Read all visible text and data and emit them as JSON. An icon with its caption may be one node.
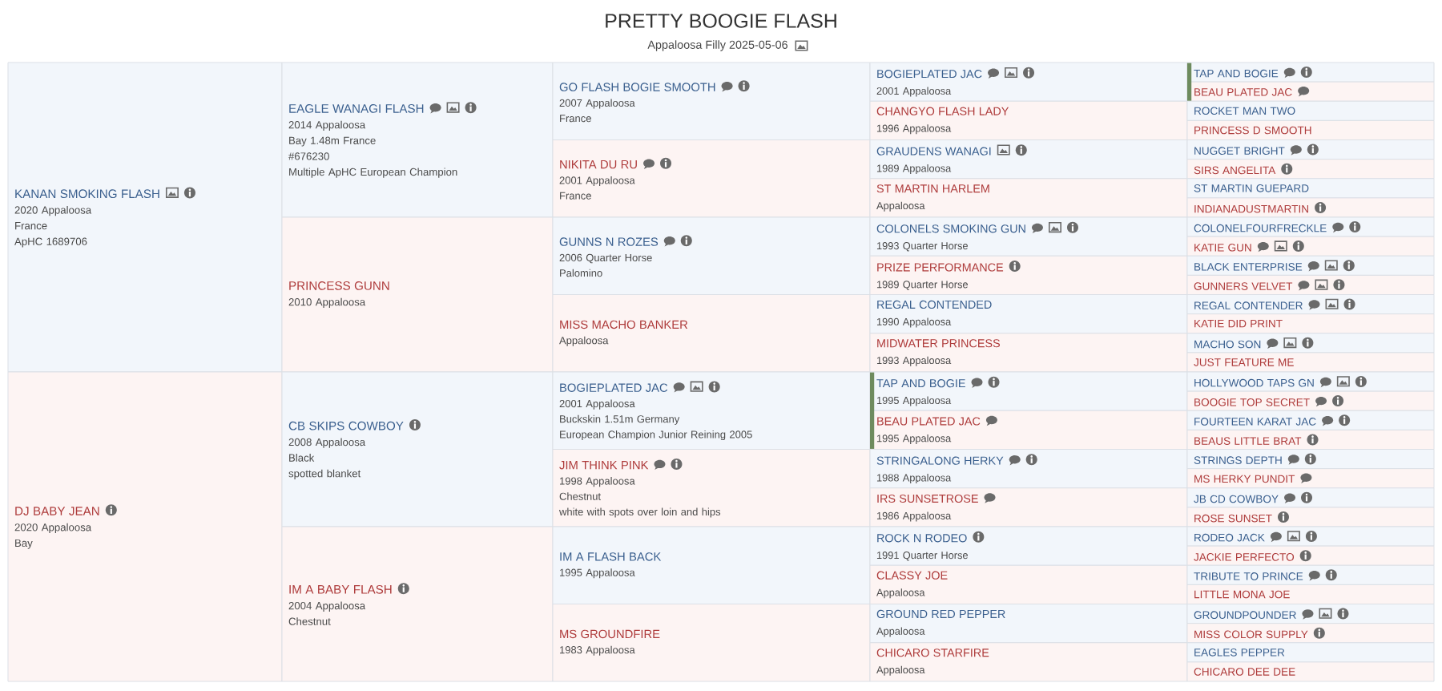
{
  "diagram": {
    "title": "PRETTY BOOGIE FLASH",
    "labels": [
      "Appaloosa Filly 2025-05-06"
    ],
    "nodes": [
      {
        "text": [
          "KANAN SMOKING FLASH",
          "2020 Appaloosa",
          "France",
          "ApHC 1689706"
        ]
      },
      {
        "text": [
          "DJ BABY JEAN",
          "2020 Appaloosa",
          "Bay"
        ]
      },
      {
        "text": [
          "EAGLE WANAGI FLASH",
          "2014 Appaloosa",
          "Bay 1.48m France",
          "#676230",
          "Multiple ApHC European Champion"
        ]
      },
      {
        "text": [
          "PRINCESS GUNN",
          "2010 Appaloosa"
        ]
      },
      {
        "text": [
          "CB SKIPS COWBOY",
          "2008 Appaloosa",
          "Black",
          "spotted blanket"
        ]
      },
      {
        "text": [
          "IM A BABY FLASH",
          "2004 Appaloosa",
          "Chestnut"
        ]
      },
      {
        "text": [
          "GO FLASH BOGIE SMOOTH",
          "2007 Appaloosa",
          "France"
        ]
      },
      {
        "text": [
          "NIKITA DU RU",
          "2001 Appaloosa",
          "France"
        ]
      },
      {
        "text": [
          "GUNNS N ROZES",
          "2006 Quarter Horse",
          "Palomino"
        ]
      },
      {
        "text": [
          "MISS MACHO BANKER",
          "Appaloosa"
        ]
      },
      {
        "text": [
          "BOGIEPLATED JAC",
          "2001 Appaloosa",
          "Buckskin 1.51m Germany",
          "European Champion Junior Reining 2005"
        ]
      },
      {
        "text": [
          "JIM THINK PINK",
          "1998 Appaloosa",
          "Chestnut",
          "white with spots over loin and hips"
        ]
      },
      {
        "text": [
          "IM A FLASH BACK",
          "1995 Appaloosa"
        ]
      },
      {
        "text": [
          "MS GROUNDFIRE",
          "1983 Appaloosa"
        ]
      },
      {
        "text": [
          "BOGIEPLATED JAC",
          "2001 Appaloosa"
        ]
      },
      {
        "text": [
          "CHANGYO FLASH LADY",
          "1996 Appaloosa"
        ]
      },
      {
        "text": [
          "GRAUDENS WANAGI",
          "1989 Appaloosa"
        ]
      },
      {
        "text": [
          "ST MARTIN HARLEM",
          "Appaloosa"
        ]
      },
      {
        "text": [
          "COLONELS SMOKING GUN",
          "1993 Quarter Horse"
        ]
      },
      {
        "text": [
          "PRIZE PERFORMANCE",
          "1989 Quarter Horse"
        ]
      },
      {
        "text": [
          "REGAL CONTENDED",
          "1990 Appaloosa"
        ]
      },
      {
        "text": [
          "MIDWATER PRINCESS",
          "1993 Appaloosa"
        ]
      },
      {
        "text": [
          "TAP AND BOGIE",
          "1995 Appaloosa"
        ]
      },
      {
        "text": [
          "BEAU PLATED JAC",
          "1995 Appaloosa"
        ]
      },
      {
        "text": [
          "STRINGALONG HERKY",
          "1988 Appaloosa"
        ]
      },
      {
        "text": [
          "IRS SUNSETROSE",
          "1986 Appaloosa"
        ]
      },
      {
        "text": [
          "ROCK N RODEO",
          "1991 Quarter Horse"
        ]
      },
      {
        "text": [
          "CLASSY JOE",
          "Appaloosa"
        ]
      },
      {
        "text": [
          "GROUND RED PEPPER",
          "Appaloosa"
        ]
      },
      {
        "text": [
          "CHICARO STARFIRE",
          "Appaloosa"
        ]
      },
      {
        "text": [
          "TAP AND BOGIE"
        ]
      },
      {
        "text": [
          "BEAU PLATED JAC"
        ]
      },
      {
        "text": [
          "ROCKET MAN TWO"
        ]
      },
      {
        "text": [
          "PRINCESS D SMOOTH"
        ]
      },
      {
        "text": [
          "NUGGET BRIGHT"
        ]
      },
      {
        "text": [
          "SIRS ANGELITA"
        ]
      },
      {
        "text": [
          "ST MARTIN GUEPARD"
        ]
      },
      {
        "text": [
          "INDIANADUSTMARTIN"
        ]
      },
      {
        "text": [
          "COLONELFOURFRECKLE"
        ]
      },
      {
        "text": [
          "KATIE GUN"
        ]
      },
      {
        "text": [
          "BLACK ENTERPRISE"
        ]
      },
      {
        "text": [
          "GUNNERS VELVET"
        ]
      },
      {
        "text": [
          "REGAL CONTENDER"
        ]
      },
      {
        "text": [
          "KATIE DID PRINT"
        ]
      },
      {
        "text": [
          "MACHO SON"
        ]
      },
      {
        "text": [
          "JUST FEATURE ME"
        ]
      },
      {
        "text": [
          "HOLLYWOOD TAPS GN"
        ]
      },
      {
        "text": [
          "BOOGIE TOP SECRET"
        ]
      },
      {
        "text": [
          "FOURTEEN KARAT JAC"
        ]
      },
      {
        "text": [
          "BEAUS LITTLE BRAT"
        ]
      },
      {
        "text": [
          "STRINGS DEPTH"
        ]
      },
      {
        "text": [
          "MS HERKY PUNDIT"
        ]
      },
      {
        "text": [
          "JB CD COWBOY"
        ]
      },
      {
        "text": [
          "ROSE SUNSET"
        ]
      },
      {
        "text": [
          "RODEO JACK"
        ]
      },
      {
        "text": [
          "JACKIE PERFECTO"
        ]
      },
      {
        "text": [
          "TRIBUTE TO PRINCE"
        ]
      },
      {
        "text": [
          "LITTLE MONA JOE"
        ]
      },
      {
        "text": [
          "GROUNDPOUNDER"
        ]
      },
      {
        "text": [
          "MISS COLOR SUPPLY"
        ]
      },
      {
        "text": [
          "EAGLES PEPPER"
        ]
      },
      {
        "text": [
          "CHICARO DEE DEE"
        ]
      }
    ]
  }
}
